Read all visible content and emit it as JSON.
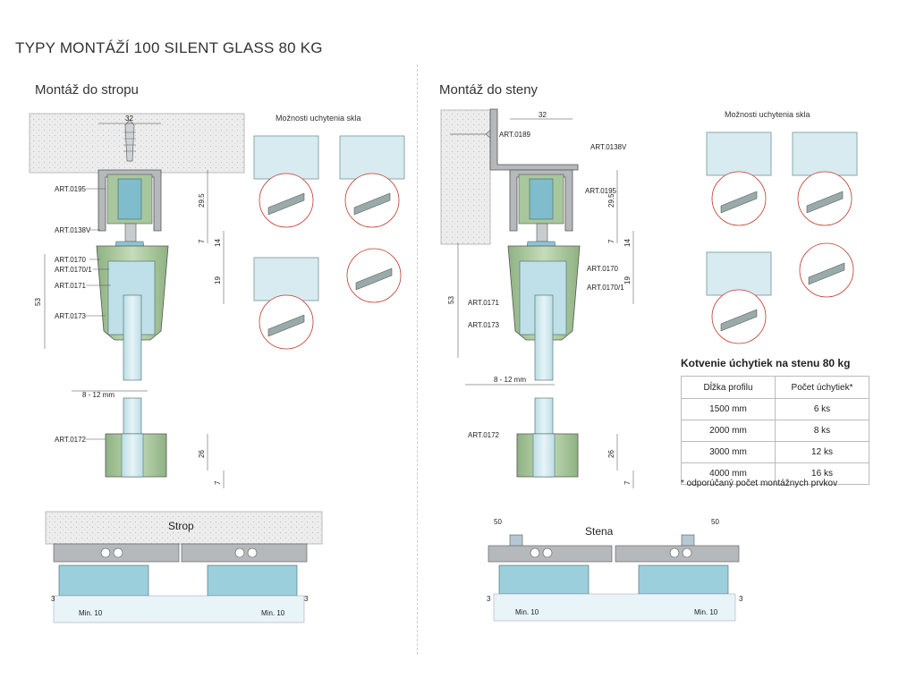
{
  "title": "TYPY MONTÁŽÍ 100 SILENT GLASS 80 KG",
  "left": {
    "heading": "Montáž do stropu",
    "options_caption": "Možnosti uchytenia skla",
    "labels": {
      "a0195": "ART.0195",
      "a0138v": "ART.0138V",
      "a0170": "ART.0170",
      "a0170_1": "ART.0170/1",
      "a0171": "ART.0171",
      "a0173": "ART.0173",
      "a0172": "ART.0172"
    },
    "dims": {
      "d32": "32",
      "d295": "29.5",
      "d7a": "7",
      "d14": "14",
      "d19": "19",
      "d53": "53",
      "d812": "8 - 12 mm",
      "d26": "26",
      "d7b": "7"
    },
    "bottom": {
      "label": "Strop",
      "min1": "Min. 10",
      "min2": "Min. 10",
      "three1": "3",
      "three2": "3"
    }
  },
  "right": {
    "heading": "Montáž do steny",
    "options_caption": "Možnosti uchytenia skla",
    "labels": {
      "a0189": "ART.0189",
      "a0138v": "ART.0138V",
      "a0195": "ART.0195",
      "a0170": "ART.0170",
      "a0170_1": "ART.0170/1",
      "a0171": "ART.0171",
      "a0173": "ART.0173",
      "a0172": "ART.0172"
    },
    "dims": {
      "d32": "32",
      "d295": "29.5",
      "d7a": "7",
      "d14": "14",
      "d19": "19",
      "d53": "53",
      "d812": "8 - 12 mm",
      "d26": "26",
      "d7b": "7"
    },
    "bottom": {
      "label": "Stena",
      "fifty1": "50",
      "fifty2": "50",
      "min1": "Min. 10",
      "min2": "Min. 10",
      "three1": "3",
      "three2": "3"
    }
  },
  "table": {
    "title": "Kotvenie úchytiek na stenu 80 kg",
    "headers": [
      "Dĺžka profilu",
      "Počet úchytiek*"
    ],
    "rows": [
      [
        "1500 mm",
        "6 ks"
      ],
      [
        "2000 mm",
        "8 ks"
      ],
      [
        "3000 mm",
        "12 ks"
      ],
      [
        "4000 mm",
        "16 ks"
      ]
    ],
    "note": "* odporúčaný počet montážnych prvkov"
  },
  "colors": {
    "metal": "#a9adb0",
    "green": "#a8c79c",
    "glass": "#cfe6ec",
    "blue": "#8fc4d2",
    "concrete": "#ececec",
    "accent": "#c0392b"
  }
}
